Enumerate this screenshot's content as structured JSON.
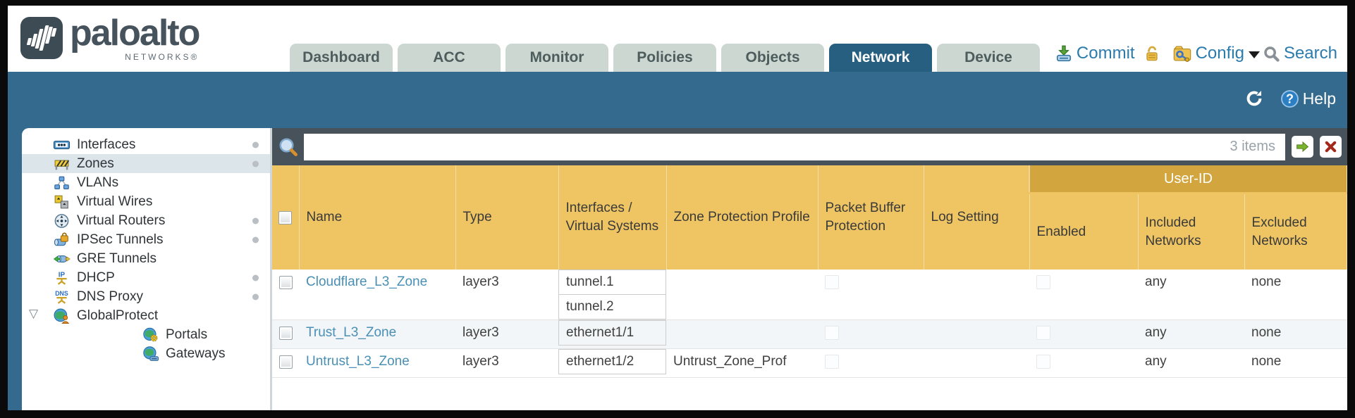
{
  "brand": {
    "name": "paloalto",
    "sub": "NETWORKS®"
  },
  "nav": {
    "tabs": [
      {
        "label": "Dashboard",
        "active": false
      },
      {
        "label": "ACC",
        "active": false
      },
      {
        "label": "Monitor",
        "active": false
      },
      {
        "label": "Policies",
        "active": false
      },
      {
        "label": "Objects",
        "active": false
      },
      {
        "label": "Network",
        "active": true
      },
      {
        "label": "Device",
        "active": false
      }
    ],
    "commit_label": "Commit",
    "config_label": "Config",
    "search_label": "Search"
  },
  "band": {
    "help_label": "Help"
  },
  "sidebar": {
    "items": [
      {
        "label": "Interfaces",
        "icon": "interfaces-icon",
        "dot": true,
        "active": false,
        "child": false,
        "expander": false
      },
      {
        "label": "Zones",
        "icon": "zones-icon",
        "dot": true,
        "active": true,
        "child": false,
        "expander": false
      },
      {
        "label": "VLANs",
        "icon": "vlans-icon",
        "dot": false,
        "active": false,
        "child": false,
        "expander": false
      },
      {
        "label": "Virtual Wires",
        "icon": "virtual-wires-icon",
        "dot": false,
        "active": false,
        "child": false,
        "expander": false
      },
      {
        "label": "Virtual Routers",
        "icon": "virtual-routers-icon",
        "dot": true,
        "active": false,
        "child": false,
        "expander": false
      },
      {
        "label": "IPSec Tunnels",
        "icon": "ipsec-tunnels-icon",
        "dot": true,
        "active": false,
        "child": false,
        "expander": false
      },
      {
        "label": "GRE Tunnels",
        "icon": "gre-tunnels-icon",
        "dot": false,
        "active": false,
        "child": false,
        "expander": false
      },
      {
        "label": "DHCP",
        "icon": "dhcp-icon",
        "dot": true,
        "active": false,
        "child": false,
        "expander": false
      },
      {
        "label": "DNS Proxy",
        "icon": "dns-proxy-icon",
        "dot": true,
        "active": false,
        "child": false,
        "expander": false
      },
      {
        "label": "GlobalProtect",
        "icon": "globalprotect-icon",
        "dot": false,
        "active": false,
        "child": false,
        "expander": true
      },
      {
        "label": "Portals",
        "icon": "portals-icon",
        "dot": false,
        "active": false,
        "child": true,
        "expander": false
      },
      {
        "label": "Gateways",
        "icon": "gateways-icon",
        "dot": false,
        "active": false,
        "child": true,
        "expander": false
      }
    ]
  },
  "toolbar": {
    "items_count": "3 items"
  },
  "table": {
    "group_header": "User-ID",
    "columns": [
      "Name",
      "Type",
      "Interfaces / Virtual Systems",
      "Zone Protection Profile",
      "Packet Buffer Protection",
      "Log Setting",
      "Enabled",
      "Included Networks",
      "Excluded Networks"
    ],
    "rows": [
      {
        "name": "Cloudflare_L3_Zone",
        "type": "layer3",
        "interfaces": [
          "tunnel.1",
          "tunnel.2"
        ],
        "zone_protection_profile": "",
        "packet_buffer_protection": false,
        "log_setting": "",
        "user_id_enabled": false,
        "included_networks": "any",
        "excluded_networks": "none"
      },
      {
        "name": "Trust_L3_Zone",
        "type": "layer3",
        "interfaces": [
          "ethernet1/1"
        ],
        "zone_protection_profile": "",
        "packet_buffer_protection": false,
        "log_setting": "",
        "user_id_enabled": false,
        "included_networks": "any",
        "excluded_networks": "none"
      },
      {
        "name": "Untrust_L3_Zone",
        "type": "layer3",
        "interfaces": [
          "ethernet1/2"
        ],
        "zone_protection_profile": "Untrust_Zone_Prof",
        "packet_buffer_protection": false,
        "log_setting": "",
        "user_id_enabled": false,
        "included_networks": "any",
        "excluded_networks": "none"
      }
    ]
  },
  "colors": {
    "band_teal": "#336a8d",
    "active_tab": "#265f80",
    "header_amber": "#efc564",
    "group_amber": "#d2a53e",
    "link_blue": "#4a8fb5",
    "search_bar_dark": "#47525a"
  }
}
